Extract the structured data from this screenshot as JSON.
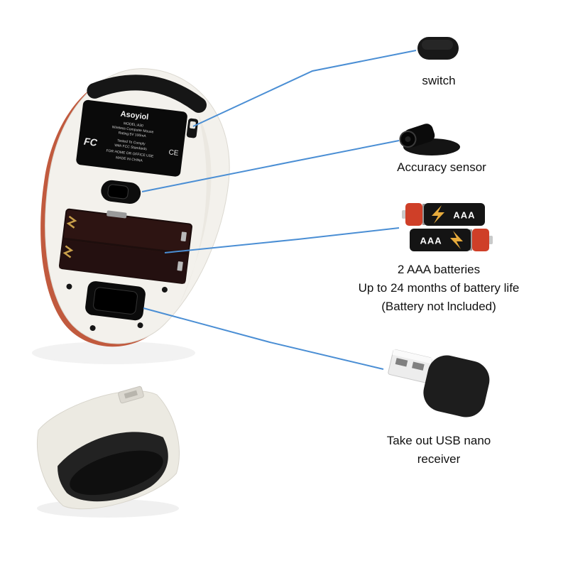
{
  "colors": {
    "callout_line": "#4a8ed4",
    "battery_cap": "#cf3f28",
    "lightning": "#e7ab3c",
    "battery_body": "#141414",
    "mouse_body": "#f3f1ec"
  },
  "annotations": {
    "switch": "switch",
    "sensor": "Accuracy sensor",
    "batteries_line1": "2 AAA batteries",
    "batteries_line2": "Up to 24 months of battery life",
    "batteries_line3": "(Battery  not lncluded)",
    "receiver_line1": "Take out USB nano",
    "receiver_line2": "receiver"
  },
  "battery_icon": {
    "size_text": "AAA"
  },
  "mouse_label": {
    "brand": "Asoyiol",
    "line_model": "MODEL:A30",
    "line_product": "Wireless Computer Mouse",
    "line_rating": "Rating:5V 100mA",
    "line_comply1": "Tested To Comply",
    "line_comply2": "With FCC Standards",
    "line_comply3": "FOR HOME OR OFFICE USE",
    "line_comply4": "MADE IN CHINA",
    "fcc_mark": "FC",
    "ce_mark": "CE"
  }
}
